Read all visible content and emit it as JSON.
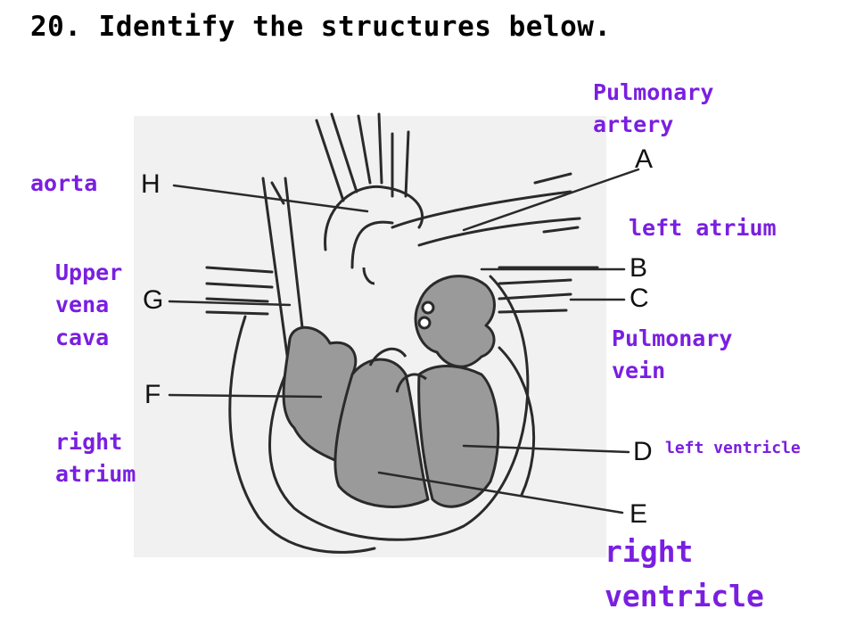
{
  "title": "20. Identify the structures below.",
  "answer_color": "#7a1fe0",
  "letters": {
    "A": "A",
    "B": "B",
    "C": "C",
    "D": "D",
    "E": "E",
    "F": "F",
    "G": "G",
    "H": "H"
  },
  "answers": {
    "pulmonary_artery": "Pulmonary\nartery",
    "aorta": "aorta",
    "left_atrium": "left atrium",
    "upper_vena_cava": "Upper\nvena\ncava",
    "pulmonary_vein": "Pulmonary\nvein",
    "right_atrium": "right\natrium",
    "left_ventricle": "left ventricle",
    "right_ventricle": "right\nventricle"
  }
}
